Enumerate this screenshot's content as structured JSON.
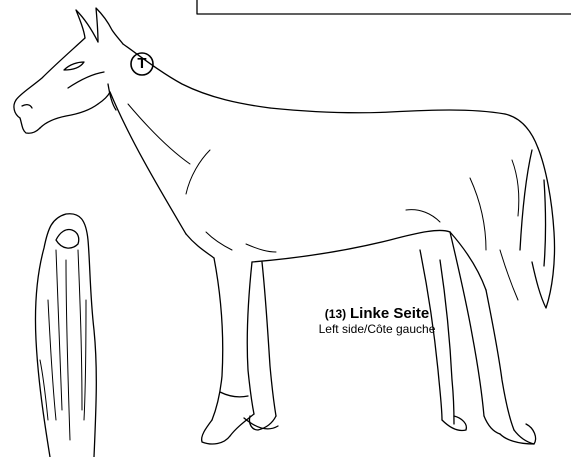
{
  "marker": {
    "label": "T"
  },
  "caption": {
    "number": "(13)",
    "title": "Linke Seite",
    "subtitle": "Left side/Côte gauche"
  },
  "colors": {
    "line": "#000000",
    "background": "#ffffff"
  }
}
